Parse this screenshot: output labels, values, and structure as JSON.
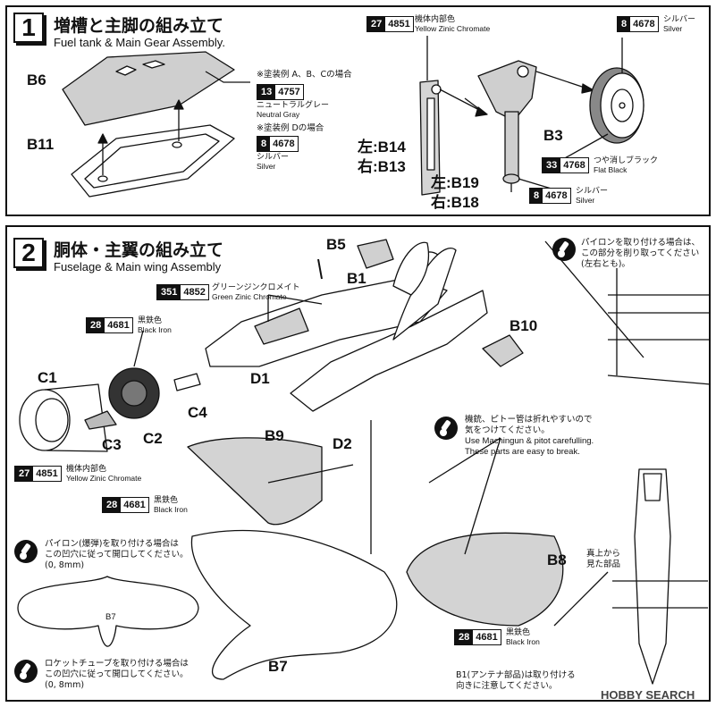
{
  "step1": {
    "number": "1",
    "title": "増槽と主脚の組み立て",
    "subtitle": "Fuel tank & Main Gear Assembly.",
    "parts": {
      "b6": "B6",
      "b11": "B11",
      "b14": "左:B14",
      "b13": "右:B13",
      "b19": "左:B19",
      "b18": "右:B18",
      "b3": "B3"
    },
    "scheme_abc": "※塗装例 A、B、Cの場合",
    "scheme_d": "※塗装例 Dの場合",
    "paints": {
      "neutral_gray": {
        "num": "13",
        "code": "4757",
        "jp": "ニュートラルグレー",
        "en": "Neutral Gray"
      },
      "silver_tank": {
        "num": "8",
        "code": "4678",
        "jp": "シルバー",
        "en": "Silver"
      },
      "yellow_zinc": {
        "num": "27",
        "code": "4851",
        "jp": "機体内部色",
        "en": "Yellow Zinic Chromate"
      },
      "silver_wheel": {
        "num": "8",
        "code": "4678",
        "jp": "シルバー",
        "en": "Silver"
      },
      "flat_black": {
        "num": "33",
        "code": "4768",
        "jp": "つや消しブラック",
        "en": "Flat Black"
      },
      "silver_strut": {
        "num": "8",
        "code": "4678",
        "jp": "シルバー",
        "en": "Silver"
      }
    }
  },
  "step2": {
    "number": "2",
    "title": "胴体・主翼の組み立て",
    "subtitle": "Fuselage & Main wing Assembly",
    "parts": {
      "b5": "B5",
      "b1": "B1",
      "b10": "B10",
      "c1": "C1",
      "c2": "C2",
      "c3": "C3",
      "c4": "C4",
      "d1": "D1",
      "d2": "D2",
      "b9": "B9",
      "b8": "B8",
      "b7": "B7",
      "b7_small": "B7"
    },
    "paints": {
      "green_zinc": {
        "num": "351",
        "code": "4852",
        "jp": "グリーンジンクロメイト",
        "en": "Green Zinic Chromate"
      },
      "black_iron_engine": {
        "num": "28",
        "code": "4681",
        "jp": "黒鉄色",
        "en": "Black Iron"
      },
      "yellow_zinc_cowl": {
        "num": "27",
        "code": "4851",
        "jp": "機体内部色",
        "en": "Yellow Zinic Chromate"
      },
      "black_iron_gun_l": {
        "num": "28",
        "code": "4681",
        "jp": "黒鉄色",
        "en": "Black Iron"
      },
      "black_iron_gun_r": {
        "num": "28",
        "code": "4681",
        "jp": "黒鉄色",
        "en": "Black Iron"
      }
    },
    "notes": {
      "pylon_remove": [
        "パイロンを取り付ける場合は、",
        "この部分を削り取ってください",
        "(左右とも)。"
      ],
      "guns_jp": [
        "機銃、ピトー管は折れやすいので",
        "気をつけてください。"
      ],
      "guns_en": [
        "Use Machingun & pitot carefulling.",
        "These parts are easy to break."
      ],
      "bomb_holes": [
        "パイロン(爆弾)を取り付ける場合は",
        "この凹穴に従って開口してください。",
        "(0, 8mm)"
      ],
      "rocket_holes": [
        "ロケットチューブを取り付ける場合は",
        "この凹穴に従って開口してください。",
        "(0, 8mm)"
      ],
      "top_view": [
        "真上から",
        "見た部品"
      ],
      "antenna": [
        "B1(アンテナ部品)は取り付ける",
        "向きに注意してください。"
      ]
    }
  },
  "watermark": "HOBBY SEARCH"
}
